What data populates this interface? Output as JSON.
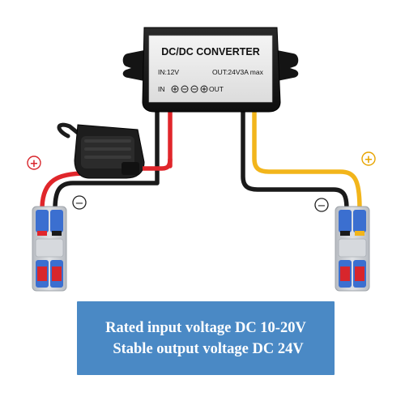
{
  "module": {
    "title": "DC/DC CONVERTER",
    "input_spec": "IN:12V",
    "output_spec": "OUT:24V3A max",
    "terminal_in": "IN",
    "terminal_out": "OUT"
  },
  "symbols": {
    "plus": "+",
    "minus": "−"
  },
  "caption": {
    "line1": "Rated input voltage DC 10-20V",
    "line2": "Stable output voltage DC 24V"
  },
  "colors": {
    "background": "#ffffff",
    "wire_red": "#e0262b",
    "wire_black": "#1a1a1a",
    "wire_yellow": "#f2b51b",
    "caption_bg": "#4a89c5",
    "plus_red": "#d8262c",
    "plus_yellow": "#e7a400",
    "connector_blue": "#3b6fd0",
    "connector_red": "#d8262c",
    "connector_gray": "#c9ccd1"
  },
  "icons": [
    "fuse-holder",
    "lever-wire-connector",
    "plus-symbol",
    "minus-symbol"
  ]
}
